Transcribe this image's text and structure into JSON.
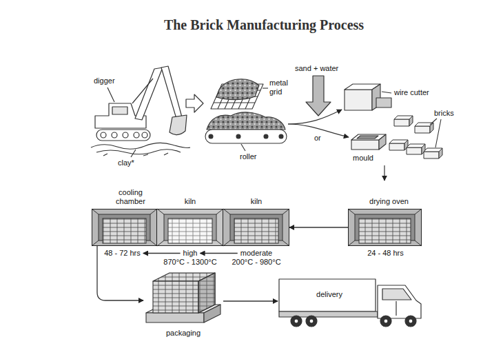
{
  "diagram": {
    "title": "The Brick Manufacturing Process",
    "nodes": [
      {
        "text": [
          "cooling chamber",
          "48 - 72 hrs"
        ]
      },
      {
        "text": [
          "kiln",
          "high",
          "870°C - 1300°C"
        ]
      },
      {
        "text": [
          "kiln",
          "moderate",
          "200°C - 980°C"
        ]
      },
      {
        "text": [
          "drying oven",
          "24 - 48 hrs"
        ]
      },
      {
        "text": [
          "packaging"
        ]
      },
      {
        "text": [
          "delivery"
        ]
      }
    ],
    "edges": [
      {
        "from": 3,
        "to": 2,
        "arrow": "to"
      },
      {
        "from": 2,
        "to": 1,
        "arrow": "to"
      },
      {
        "from": 1,
        "to": 0,
        "arrow": "to"
      },
      {
        "from": 0,
        "to": 4,
        "arrow": "to"
      },
      {
        "from": 4,
        "to": 5,
        "arrow": "to"
      }
    ],
    "labels": [
      "digger",
      "sand + water",
      "metal grid",
      "wire cutter",
      "bricks",
      "or",
      "clay*",
      "roller",
      "mould"
    ]
  }
}
